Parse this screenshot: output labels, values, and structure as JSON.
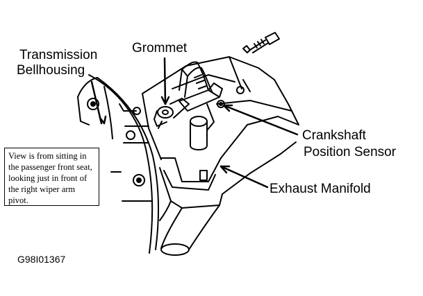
{
  "labels": {
    "transmission_line1": "Transmission",
    "transmission_line2": "Bellhousing",
    "grommet": "Grommet",
    "crankshaft_line1": "Crankshaft",
    "crankshaft_line2": "Position Sensor",
    "exhaust_manifold": "Exhaust Manifold"
  },
  "note_text": "View is from sitting in the passenger front seat, looking just in front of the right wiper arm pivot.",
  "figure_id": "G98I01367"
}
